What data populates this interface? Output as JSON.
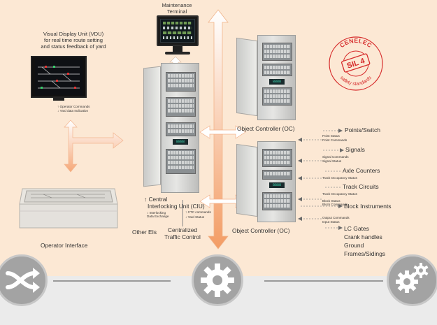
{
  "vdu": {
    "label": "Visual Display Unit (VDU)\nfor real time route setting\nand status feedback of yard",
    "cmd1": "Operator Commands",
    "cmd2": "Yard data Indication"
  },
  "maintenance": {
    "label": "Maintenance\nTerminal"
  },
  "cenelec": {
    "top": "CENELEC",
    "badge": "SIL 4",
    "bottom": "safety standards"
  },
  "oc_top": {
    "label": "Object Controller (OC)"
  },
  "oc_bottom": {
    "label": "Object Controller (OC)"
  },
  "operator_interface": {
    "label": "Operator Interface"
  },
  "ciu": {
    "label1": "Central",
    "label2": "Interlocking Unit (CIU)",
    "interlock_ex": "Interlocking\nData Exchange",
    "ctc_cmd": "CTC commands",
    "yard_status": "Yard Status"
  },
  "other_eis": {
    "label": "Other EIs"
  },
  "ctc": {
    "label": "Centralized\nTraffic Control"
  },
  "field": {
    "points": {
      "label": "Points/Switch",
      "s1": "Point Status",
      "s2": "Point Commands"
    },
    "signals": {
      "label": "Signals",
      "s1": "Signal Commands",
      "s2": "Signal Status"
    },
    "axle": {
      "label": "Axle Counters",
      "s1": "Track Occupancy Status"
    },
    "track": {
      "label": "Track Circuits",
      "s1": "Track Occupancy Status"
    },
    "block": {
      "label": "Block Instruments",
      "s1": "Block Status",
      "s2": "Block Commands"
    },
    "lc": {
      "label": "LC Gates\nCrank handles\nGround\nFrames/Sidings",
      "s1": "Output Commands",
      "s2": "Input Status"
    }
  },
  "displays": {
    "d1": "8888",
    "d2": "8888",
    "d3": "8888"
  },
  "icons": [
    "shuffle-icon",
    "gear-icon",
    "gears-icon"
  ],
  "colors": {
    "background": "#fce8d4",
    "arrow": "#f5a271",
    "cenelec_red": "#d62b2b",
    "gray_icon": "#a3a3a3"
  }
}
